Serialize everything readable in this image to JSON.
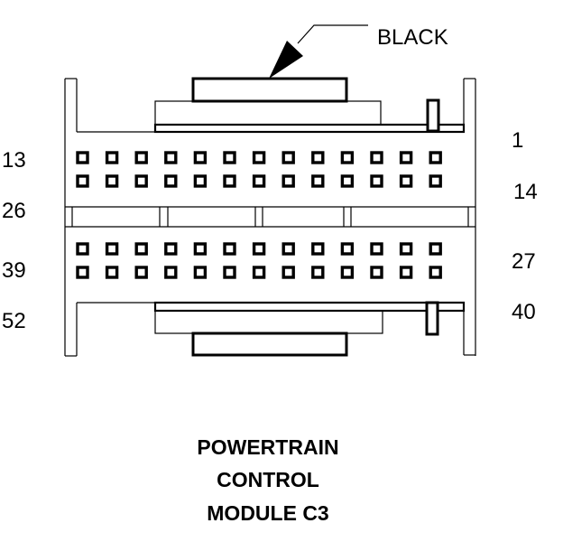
{
  "diagram": {
    "callout_label": "BLACK",
    "title_lines": [
      "POWERTRAIN",
      "CONTROL",
      "MODULE C3"
    ],
    "pin_labels": {
      "left": [
        "13",
        "26",
        "39",
        "52"
      ],
      "right": [
        "1",
        "14",
        "27",
        "40"
      ]
    },
    "connector": {
      "pins_per_row": 13,
      "rows": 4,
      "total_pins": 52,
      "color": "#000000"
    }
  }
}
